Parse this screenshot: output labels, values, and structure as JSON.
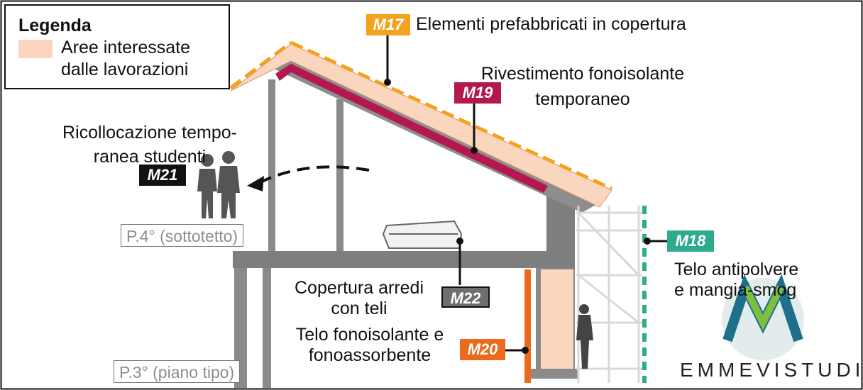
{
  "legend": {
    "title": "Legenda",
    "item": "Aree interessate\ndalle lavorazioni",
    "swatch_color": "#fbd6bf"
  },
  "measures": [
    {
      "code": "M17",
      "label": "Elementi prefabbricati in copertura",
      "color": "#f4a21d"
    },
    {
      "code": "M18",
      "label": "Telo antipolvere\ne mangia-smog",
      "color": "#2eaa8c"
    },
    {
      "code": "M19",
      "label": "Rivestimento fonoisolante\ntemporaneo",
      "color": "#b5174f"
    },
    {
      "code": "M20",
      "label": "Telo fonoisolante e\nfonoassorbente",
      "color": "#ec6a1e"
    },
    {
      "code": "M21",
      "label": "Ricollocazione tempo-\nranea studenti",
      "color": "#111111"
    },
    {
      "code": "M22",
      "label": "Copertura arredi\ncon teli",
      "color": "#6f6f6f"
    }
  ],
  "floors": {
    "upper": "P.4° (sottotetto)",
    "lower": "P.3° (piano tipo)"
  },
  "logo": {
    "text": "EMMEVISTUDIO",
    "colors": [
      "#1d6f8a",
      "#7fbf3f"
    ]
  }
}
